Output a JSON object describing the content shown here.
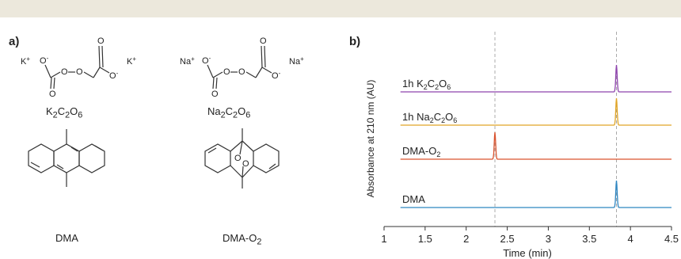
{
  "figure": {
    "panel_a": {
      "label": "a)",
      "compounds": [
        {
          "name": "K2C2O6",
          "cation": "K",
          "formula": [
            "K",
            "2",
            "C",
            "2",
            "O",
            "6"
          ]
        },
        {
          "name": "Na2C2O6",
          "cation": "Na",
          "formula": [
            "Na",
            "2",
            "C",
            "2",
            "O",
            "6"
          ]
        },
        {
          "name": "DMA",
          "formula": [
            "DMA"
          ]
        },
        {
          "name": "DMA-O2",
          "formula": [
            "DMA-O",
            "2"
          ]
        }
      ],
      "atom_O": "O",
      "charge_plus": "+",
      "charge_minus": "-"
    },
    "panel_b": {
      "label": "b)"
    }
  },
  "chart_data": {
    "type": "line",
    "xlabel": "Time (min)",
    "ylabel": "Absorbance at 210 nm (AU)",
    "xlim": [
      1,
      4.5
    ],
    "xticks": [
      "1",
      "1.5",
      "2",
      "2.5",
      "3",
      "3.5",
      "4",
      "4.5"
    ],
    "tick_values": [
      1,
      1.5,
      2,
      2.5,
      3,
      3.5,
      4,
      4.5
    ],
    "reference_lines_x": [
      2.35,
      3.83
    ],
    "x_start": 1.2,
    "series": [
      {
        "name": "1h K2C2O6",
        "label_parts": [
          "1h K",
          "2",
          "C",
          "2",
          "O",
          "6"
        ],
        "color": "#8e44ad",
        "peaks": [
          {
            "x": 3.83,
            "height": 1.0
          }
        ]
      },
      {
        "name": "1h Na2C2O6",
        "label_parts": [
          "1h Na",
          "2",
          "C",
          "2",
          "O",
          "6"
        ],
        "color": "#e0a526",
        "peaks": [
          {
            "x": 3.83,
            "height": 1.0
          }
        ]
      },
      {
        "name": "DMA-O2",
        "label_parts": [
          "DMA-O",
          "2"
        ],
        "color": "#d9532e",
        "peaks": [
          {
            "x": 2.35,
            "height": 1.0
          }
        ]
      },
      {
        "name": "DMA",
        "label_parts": [
          "DMA"
        ],
        "color": "#2e86c1",
        "peaks": [
          {
            "x": 3.83,
            "height": 1.0
          }
        ]
      }
    ]
  }
}
